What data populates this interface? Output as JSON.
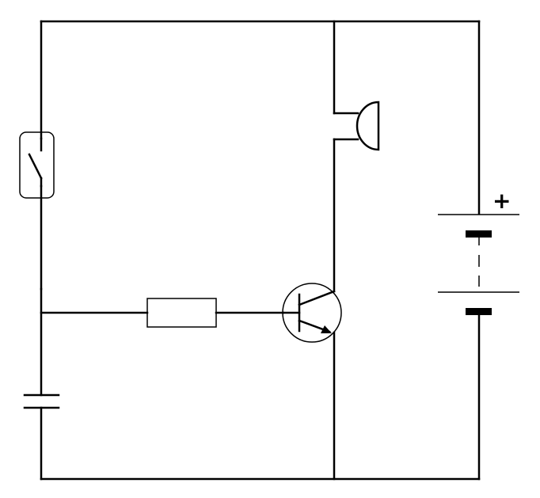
{
  "diagram": {
    "type": "circuit-schematic",
    "components": [
      {
        "kind": "switch",
        "icon": "switch-icon"
      },
      {
        "kind": "resistor",
        "icon": "resistor-icon"
      },
      {
        "kind": "npn-transistor",
        "icon": "transistor-icon"
      },
      {
        "kind": "capacitor",
        "icon": "capacitor-icon"
      },
      {
        "kind": "buzzer",
        "icon": "buzzer-icon"
      },
      {
        "kind": "battery",
        "icon": "battery-icon"
      }
    ],
    "battery": {
      "positive_label": "+"
    },
    "colors": {
      "line": "#000000",
      "background": "#ffffff"
    }
  }
}
